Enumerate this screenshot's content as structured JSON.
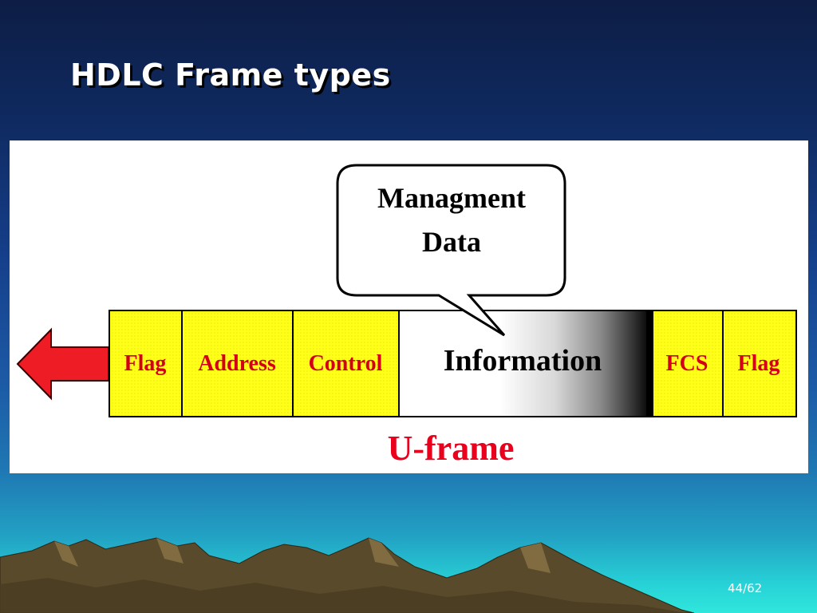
{
  "slide": {
    "title": "HDLC Frame types",
    "page_number": "44/62"
  },
  "diagram": {
    "callout": {
      "line1": "Managment",
      "line2": "Data"
    },
    "fields": {
      "flag_start": "Flag",
      "address": "Address",
      "control": "Control",
      "information": "Information",
      "fcs": "FCS",
      "flag_end": "Flag"
    },
    "frame_type": "U-frame"
  },
  "colors": {
    "field_fill": "#ffff1a",
    "field_text": "#d4001a",
    "arrow": "#ee1c24",
    "frame_type_text": "#e8001c"
  },
  "icons": {
    "direction_arrow": "left-arrow-icon"
  }
}
